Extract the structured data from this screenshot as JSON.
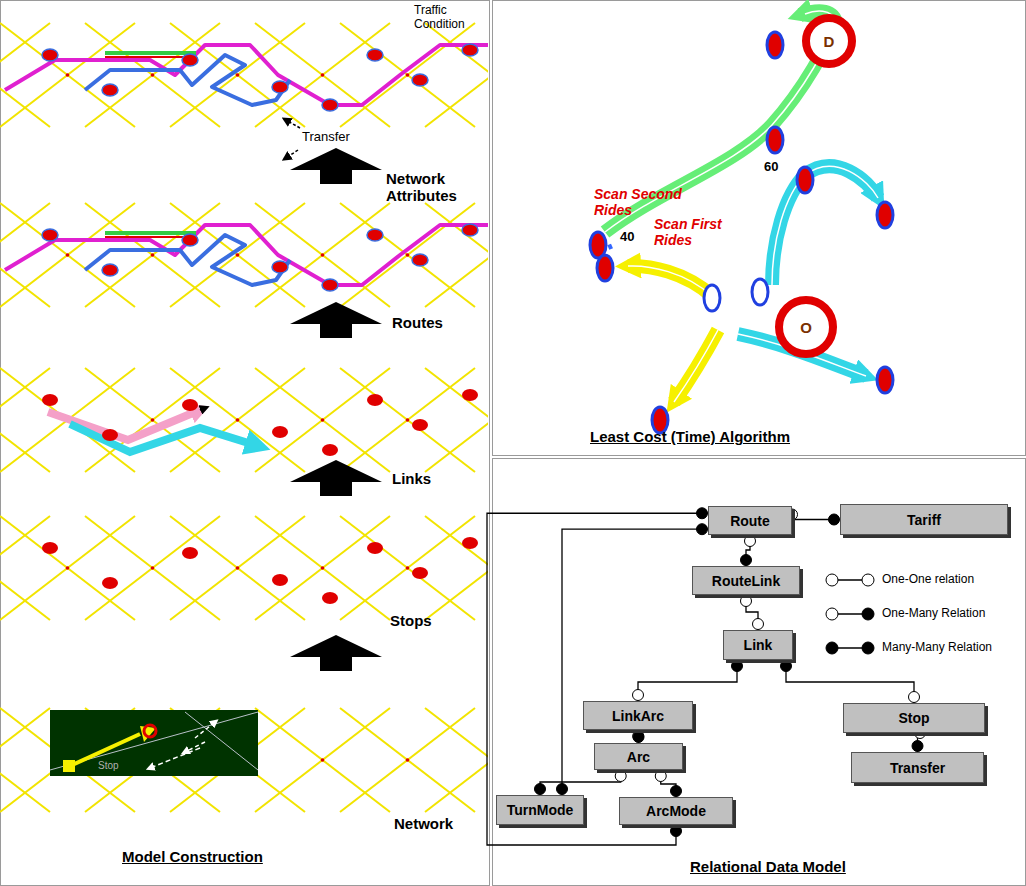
{
  "diagram": {
    "nodes": [
      {
        "text": [
          "D"
        ]
      },
      {
        "text": [
          "O"
        ]
      },
      {
        "text": [
          "Route"
        ]
      },
      {
        "text": [
          "Tariff"
        ]
      },
      {
        "text": [
          "RouteLink"
        ]
      },
      {
        "text": [
          "Link"
        ]
      },
      {
        "text": [
          "LinkArc"
        ]
      },
      {
        "text": [
          "Stop"
        ]
      },
      {
        "text": [
          "Arc"
        ]
      },
      {
        "text": [
          "Transfer"
        ]
      },
      {
        "text": [
          "TurnMode"
        ]
      },
      {
        "text": [
          "ArcMode"
        ]
      }
    ],
    "edges": [
      {
        "from": 2,
        "to": 3,
        "arrow": "none"
      },
      {
        "from": 2,
        "to": 4,
        "arrow": "none"
      },
      {
        "from": 4,
        "to": 5,
        "arrow": "none"
      },
      {
        "from": 5,
        "to": 6,
        "arrow": "none"
      },
      {
        "from": 5,
        "to": 7,
        "arrow": "none"
      },
      {
        "from": 6,
        "to": 8,
        "arrow": "none"
      },
      {
        "from": 7,
        "to": 9,
        "arrow": "none"
      },
      {
        "from": 8,
        "to": 10,
        "arrow": "none"
      },
      {
        "from": 8,
        "to": 11,
        "arrow": "none"
      },
      {
        "from": 2,
        "to": 10,
        "arrow": "none"
      },
      {
        "from": 2,
        "to": 11,
        "arrow": "none"
      }
    ],
    "labels": [
      "Traffic Condition",
      "Transfer",
      "Network Attributes",
      "Routes",
      "Links",
      "Stops",
      "Stop",
      "Network",
      "Model Construction",
      "Scan Second Rides",
      "Scan First Rides",
      "60",
      "40",
      "Least Cost (Time) Algorithm",
      "Relational Data Model"
    ],
    "legend": [
      {
        "text": "One-One relation"
      },
      {
        "text": "One-Many Relation"
      },
      {
        "text": "Many-Many Relation"
      }
    ]
  }
}
